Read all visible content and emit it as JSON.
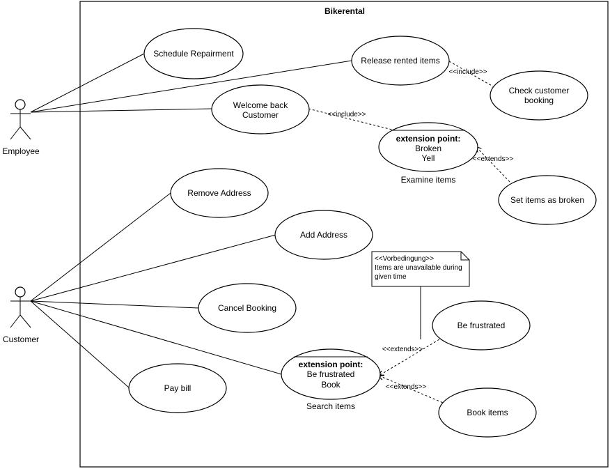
{
  "system": {
    "title": "Bikerental"
  },
  "actors": {
    "employee": "Employee",
    "customer": "Customer"
  },
  "use_cases": {
    "schedule_repairment": "Schedule Repairment",
    "release_rented_items": "Release rented items",
    "check_customer_booking": [
      "Check customer",
      "booking"
    ],
    "welcome_back_customer": [
      "Welcome back",
      "Customer"
    ],
    "examine_items": {
      "ext_header": "extension point:",
      "ext_points": [
        "Broken",
        "Yell"
      ],
      "name": "Examine items"
    },
    "set_items_as_broken": "Set items as broken",
    "remove_address": "Remove Address",
    "add_address": "Add Address",
    "cancel_booking": "Cancel Booking",
    "pay_bill": "Pay bill",
    "search_items": {
      "ext_header": "extension point:",
      "ext_points": [
        "Be frustrated",
        "Book"
      ],
      "name": "Search items"
    },
    "be_frustrated": "Be frustrated",
    "book_items": "Book items"
  },
  "relations": {
    "include_release_check": "<<include>>",
    "include_welcome_examine": "<<include>>",
    "extends_broken": "<<extends>>",
    "extends_frustrated": "<<extends>>",
    "extends_book": "<<extends>>"
  },
  "note": {
    "stereotype": "<<Vorbedingung>>",
    "lines": [
      "Items are unavailable during",
      "given time"
    ]
  }
}
